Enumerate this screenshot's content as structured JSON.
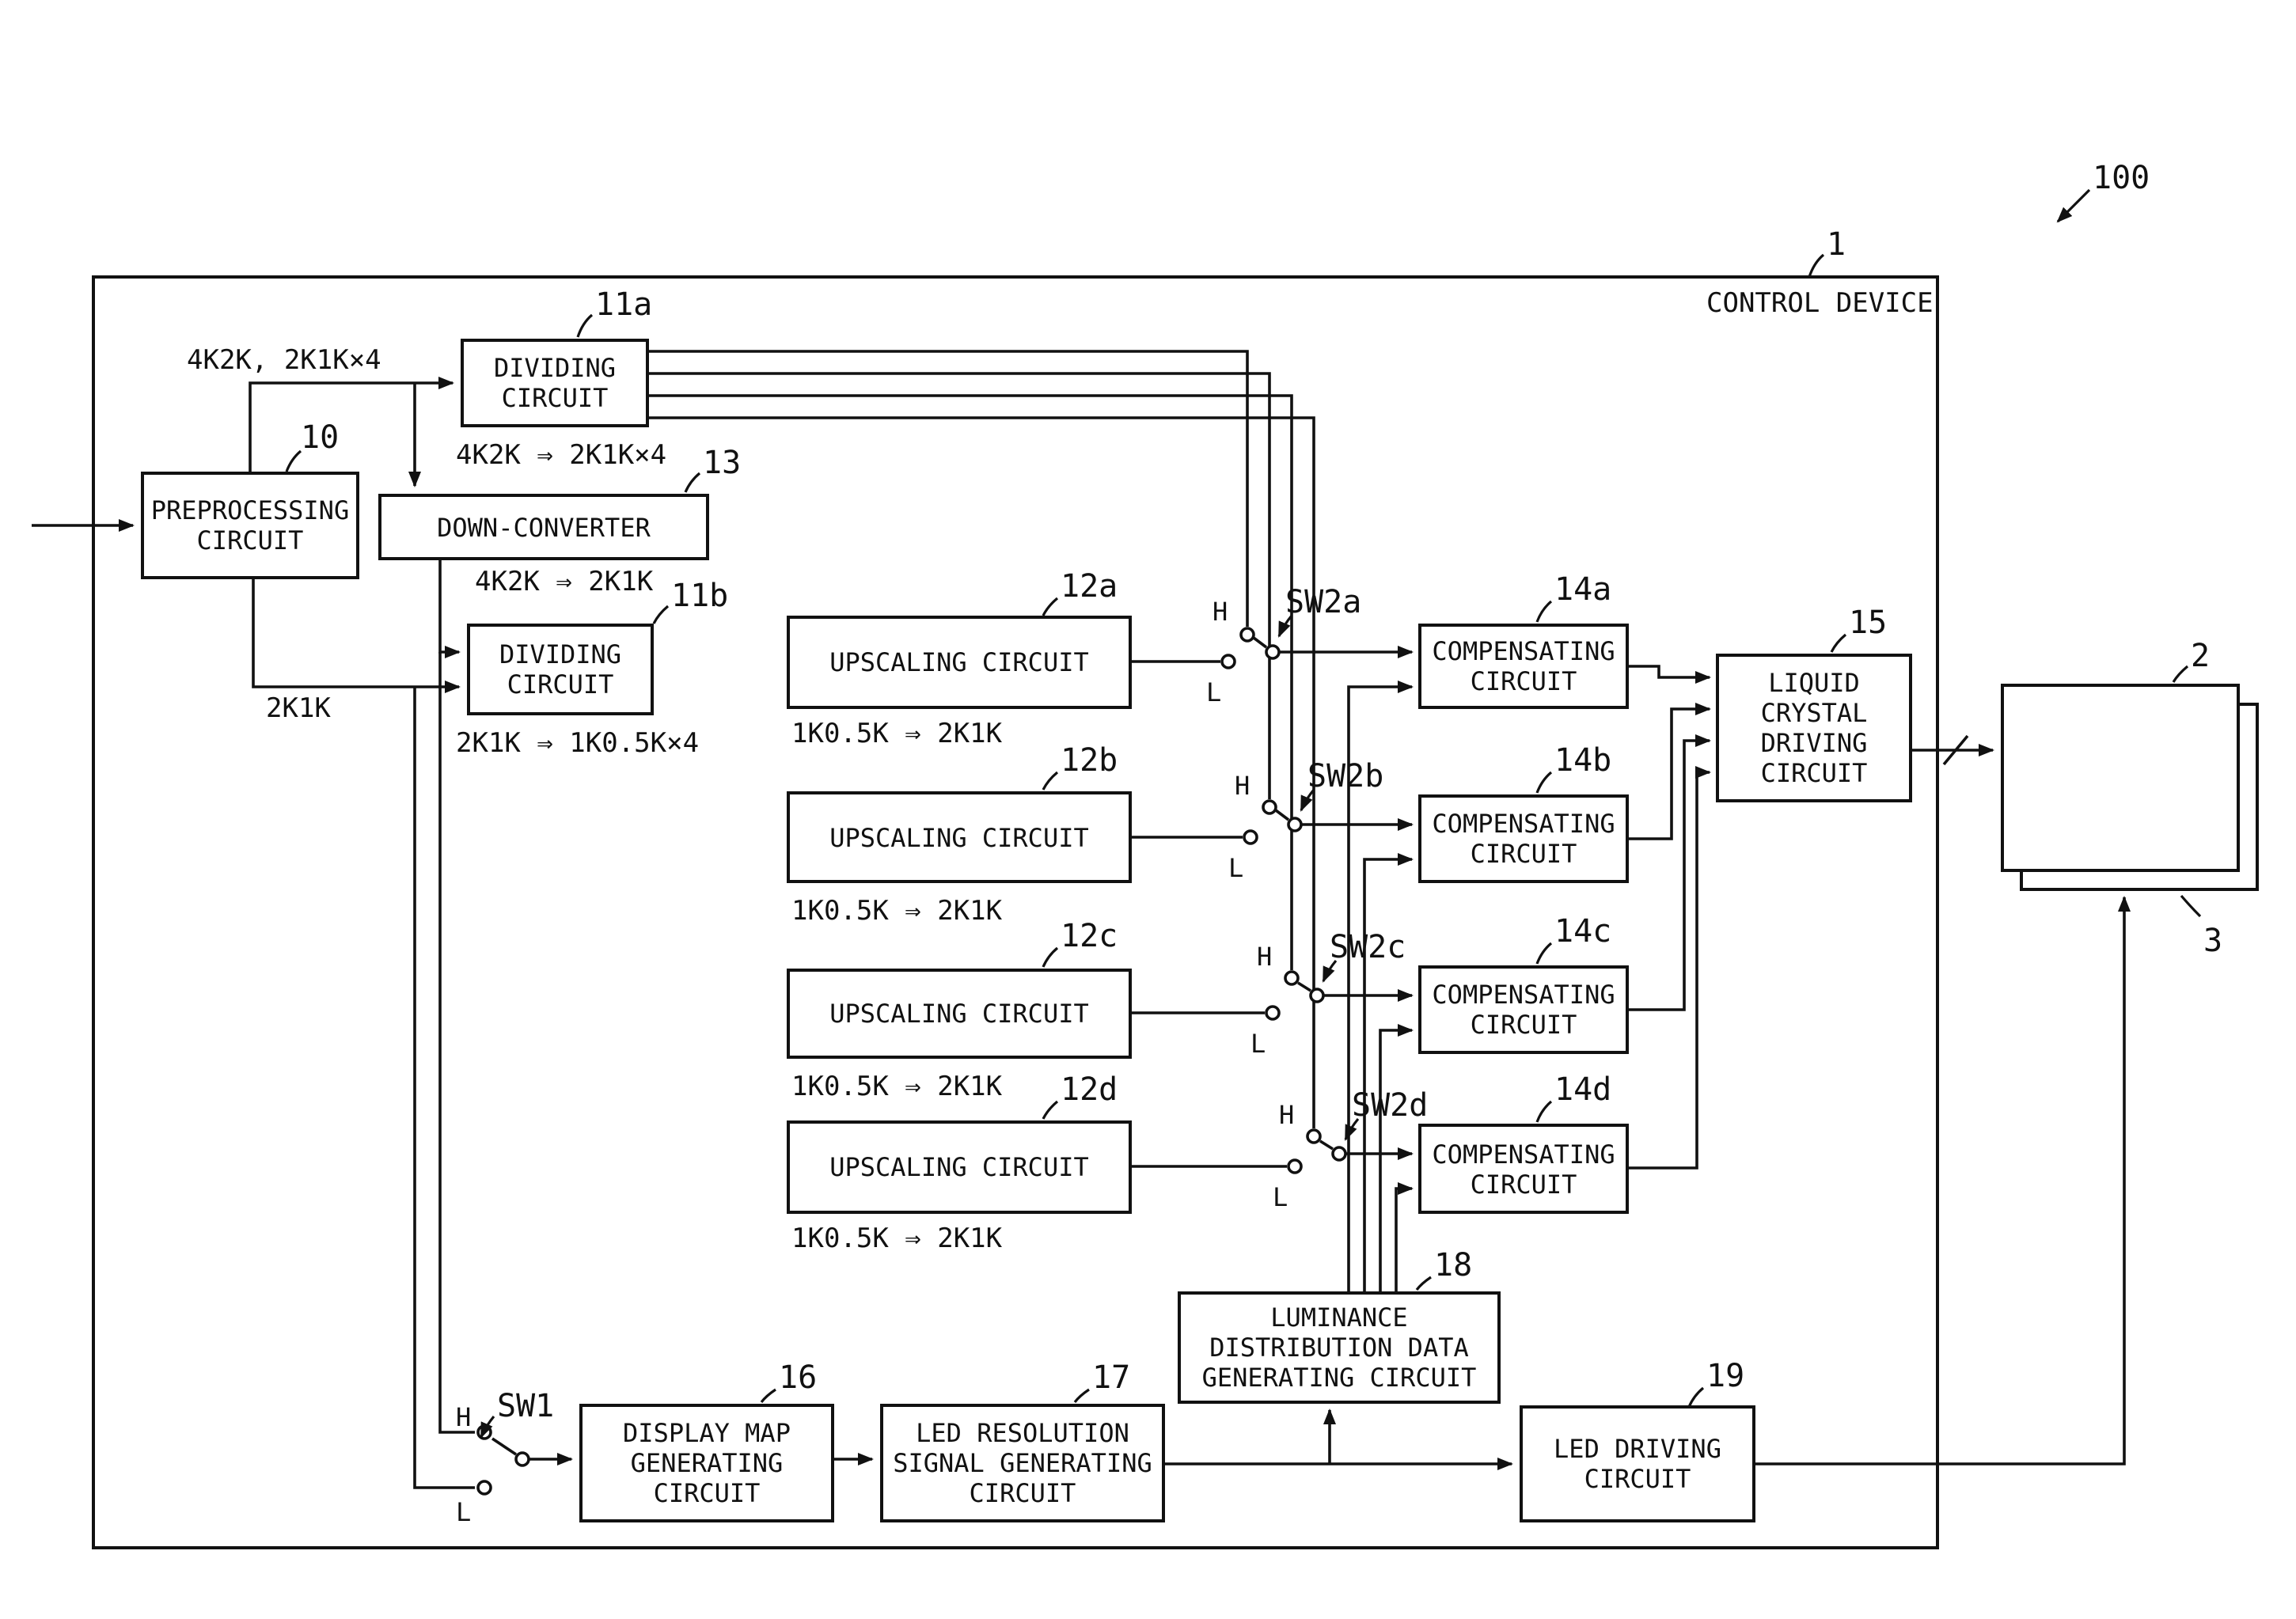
{
  "control_device": "CONTROL DEVICE",
  "boxes": {
    "preprocessing": "PREPROCESSING\nCIRCUIT",
    "dividing": "DIVIDING\nCIRCUIT",
    "down_converter": "DOWN-CONVERTER",
    "upscaling": "UPSCALING CIRCUIT",
    "compensating": "COMPENSATING\nCIRCUIT",
    "lcd_driving": "LIQUID\nCRYSTAL\nDRIVING\nCIRCUIT",
    "luminance": "LUMINANCE\nDISTRIBUTION DATA\nGENERATING CIRCUIT",
    "display_map": "DISPLAY MAP\nGENERATING\nCIRCUIT",
    "led_resolution": "LED RESOLUTION\nSIGNAL GENERATING\nCIRCUIT",
    "led_driving": "LED DRIVING\nCIRCUIT"
  },
  "labels": {
    "input_top": "4K2K, 2K1K×4",
    "conv_11a": "4K2K ⇒ 2K1K×4",
    "conv_13": "4K2K ⇒ 2K1K",
    "input_2k1k": "2K1K",
    "conv_11b": "2K1K ⇒ 1K0.5K×4",
    "conv_upscale": "1K0.5K ⇒ 2K1K",
    "sw_h": "H",
    "sw_l": "L"
  },
  "refs": {
    "r100": "100",
    "r1": "1",
    "r10": "10",
    "r11a": "11a",
    "r13": "13",
    "r11b": "11b",
    "r12a": "12a",
    "r12b": "12b",
    "r12c": "12c",
    "r12d": "12d",
    "r14a": "14a",
    "r14b": "14b",
    "r14c": "14c",
    "r14d": "14d",
    "r15": "15",
    "r2": "2",
    "r3": "3",
    "r18": "18",
    "r16": "16",
    "r17": "17",
    "r19": "19",
    "sw1": "SW1",
    "sw2a": "SW2a",
    "sw2b": "SW2b",
    "sw2c": "SW2c",
    "sw2d": "SW2d"
  }
}
